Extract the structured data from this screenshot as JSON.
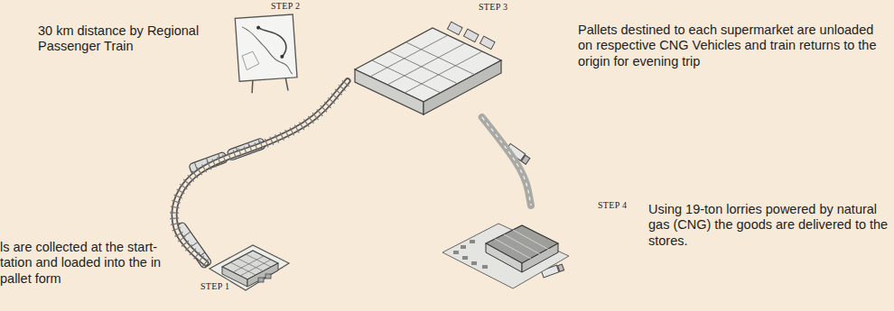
{
  "diagram": {
    "nodes": [
      {
        "text": [
          "STEP 1"
        ]
      },
      {
        "text": [
          "STEP 3"
        ]
      },
      {
        "text": [
          "STEP 4"
        ]
      }
    ],
    "edges": [
      {
        "from": 0,
        "to": 1,
        "arrow": "none"
      },
      {
        "from": 1,
        "to": 2,
        "arrow": "none"
      }
    ],
    "labels": [
      "30 km distance by Regional Passenger Train",
      "STEP 2",
      "Pallets destined to each supermarket are unloaded on respective CNG Vehicles and train returns to the origin for evening trip",
      "Using 19-ton lorries powered by natural gas (CNG) the goods are delivered to the stores.",
      "ls are collected at the start- tation and loaded into the in pallet form"
    ]
  }
}
